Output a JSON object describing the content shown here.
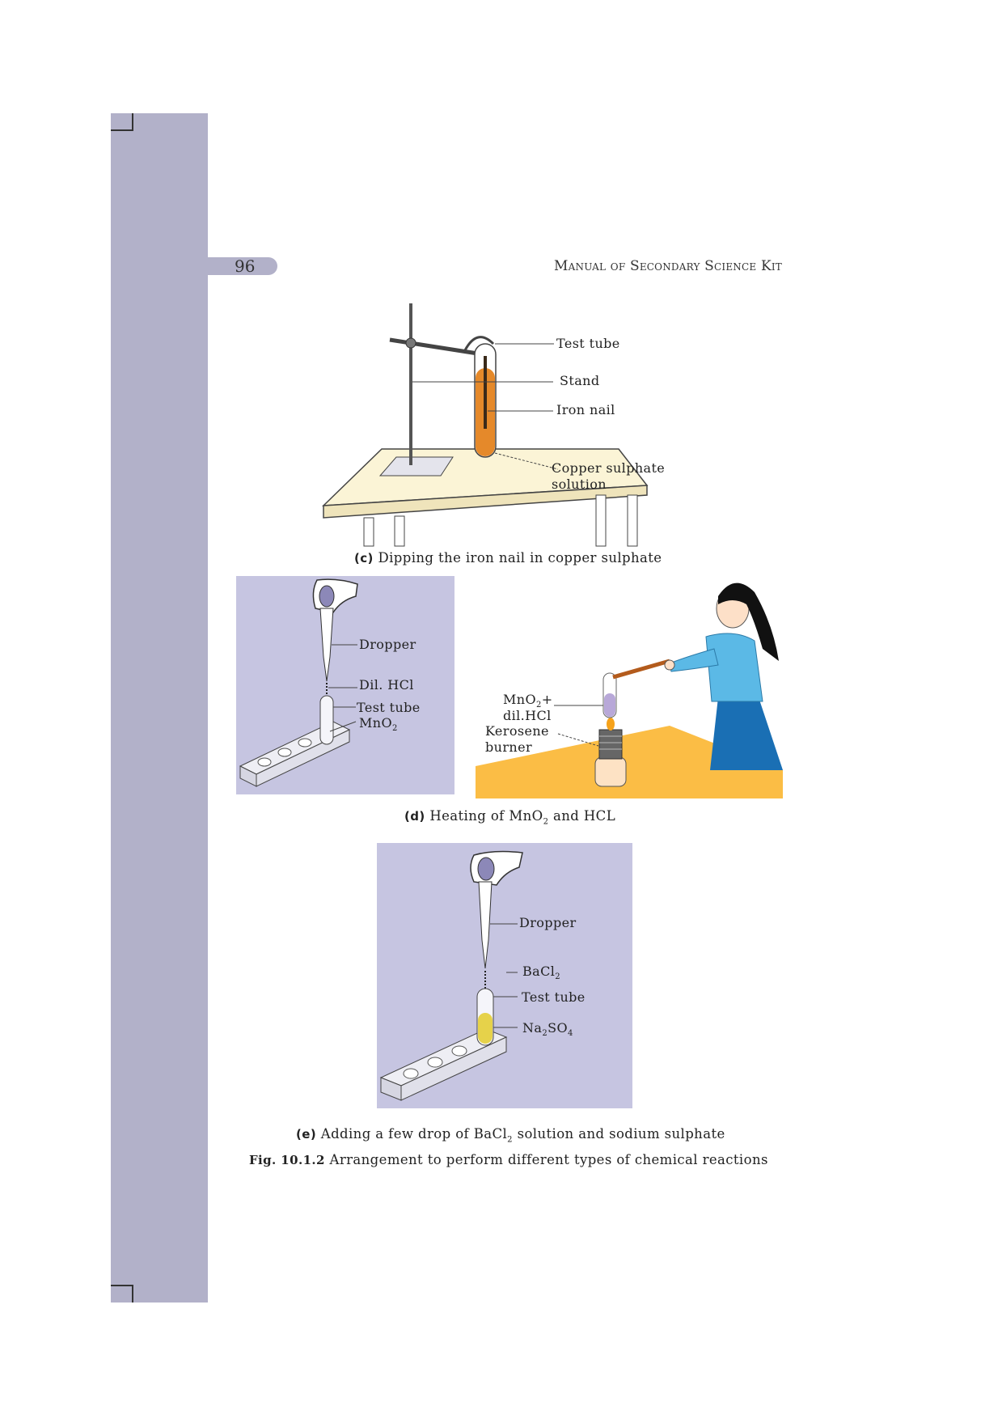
{
  "page": {
    "number": "96",
    "running_head": "Manual of Secondary Science Kit"
  },
  "figure_c": {
    "labels": {
      "test_tube": "Test tube",
      "stand": "Stand",
      "iron_nail": "Iron nail",
      "solution_line1": "Copper sulphate",
      "solution_line2": "solution"
    },
    "caption_tag": "(c)",
    "caption_text": "Dipping the iron nail in copper sulphate",
    "colors": {
      "solution": "#e5892a",
      "table": "#fbf4d6"
    }
  },
  "figure_d": {
    "labels": {
      "dropper": "Dropper",
      "dil_hcl": "Dil. HCl",
      "test_tube": "Test tube",
      "mno2_base": "MnO",
      "mno2_sub": "2",
      "mix_line1_base": "MnO",
      "mix_line1_sub": "2",
      "mix_line1_suffix": "+",
      "mix_line2": "dil.HCl",
      "burner_line1": "Kerosene",
      "burner_line2": "burner"
    },
    "caption_tag": "(d)",
    "caption_pre": "Heating of MnO",
    "caption_sub": "2",
    "caption_post": "and HCL",
    "colors": {
      "panel": "#c6c5e1",
      "table": "#fbbd45",
      "shirt": "#5bb9e6",
      "skirt": "#1a6fb4"
    }
  },
  "figure_e": {
    "labels": {
      "dropper": "Dropper",
      "bacl2_base": "BaCl",
      "bacl2_sub": "2",
      "test_tube": "Test tube",
      "na2so4_a": "Na",
      "na2so4_sub1": "2",
      "na2so4_b": "SO",
      "na2so4_sub2": "4"
    },
    "caption_tag": "(e)",
    "caption_pre": "Adding a few drop of BaCl",
    "caption_sub": "2",
    "caption_post": "solution and sodium sulphate"
  },
  "figure_main": {
    "tag": "Fig.  10.1.2",
    "text": "Arrangement to perform different types of chemical reactions"
  }
}
